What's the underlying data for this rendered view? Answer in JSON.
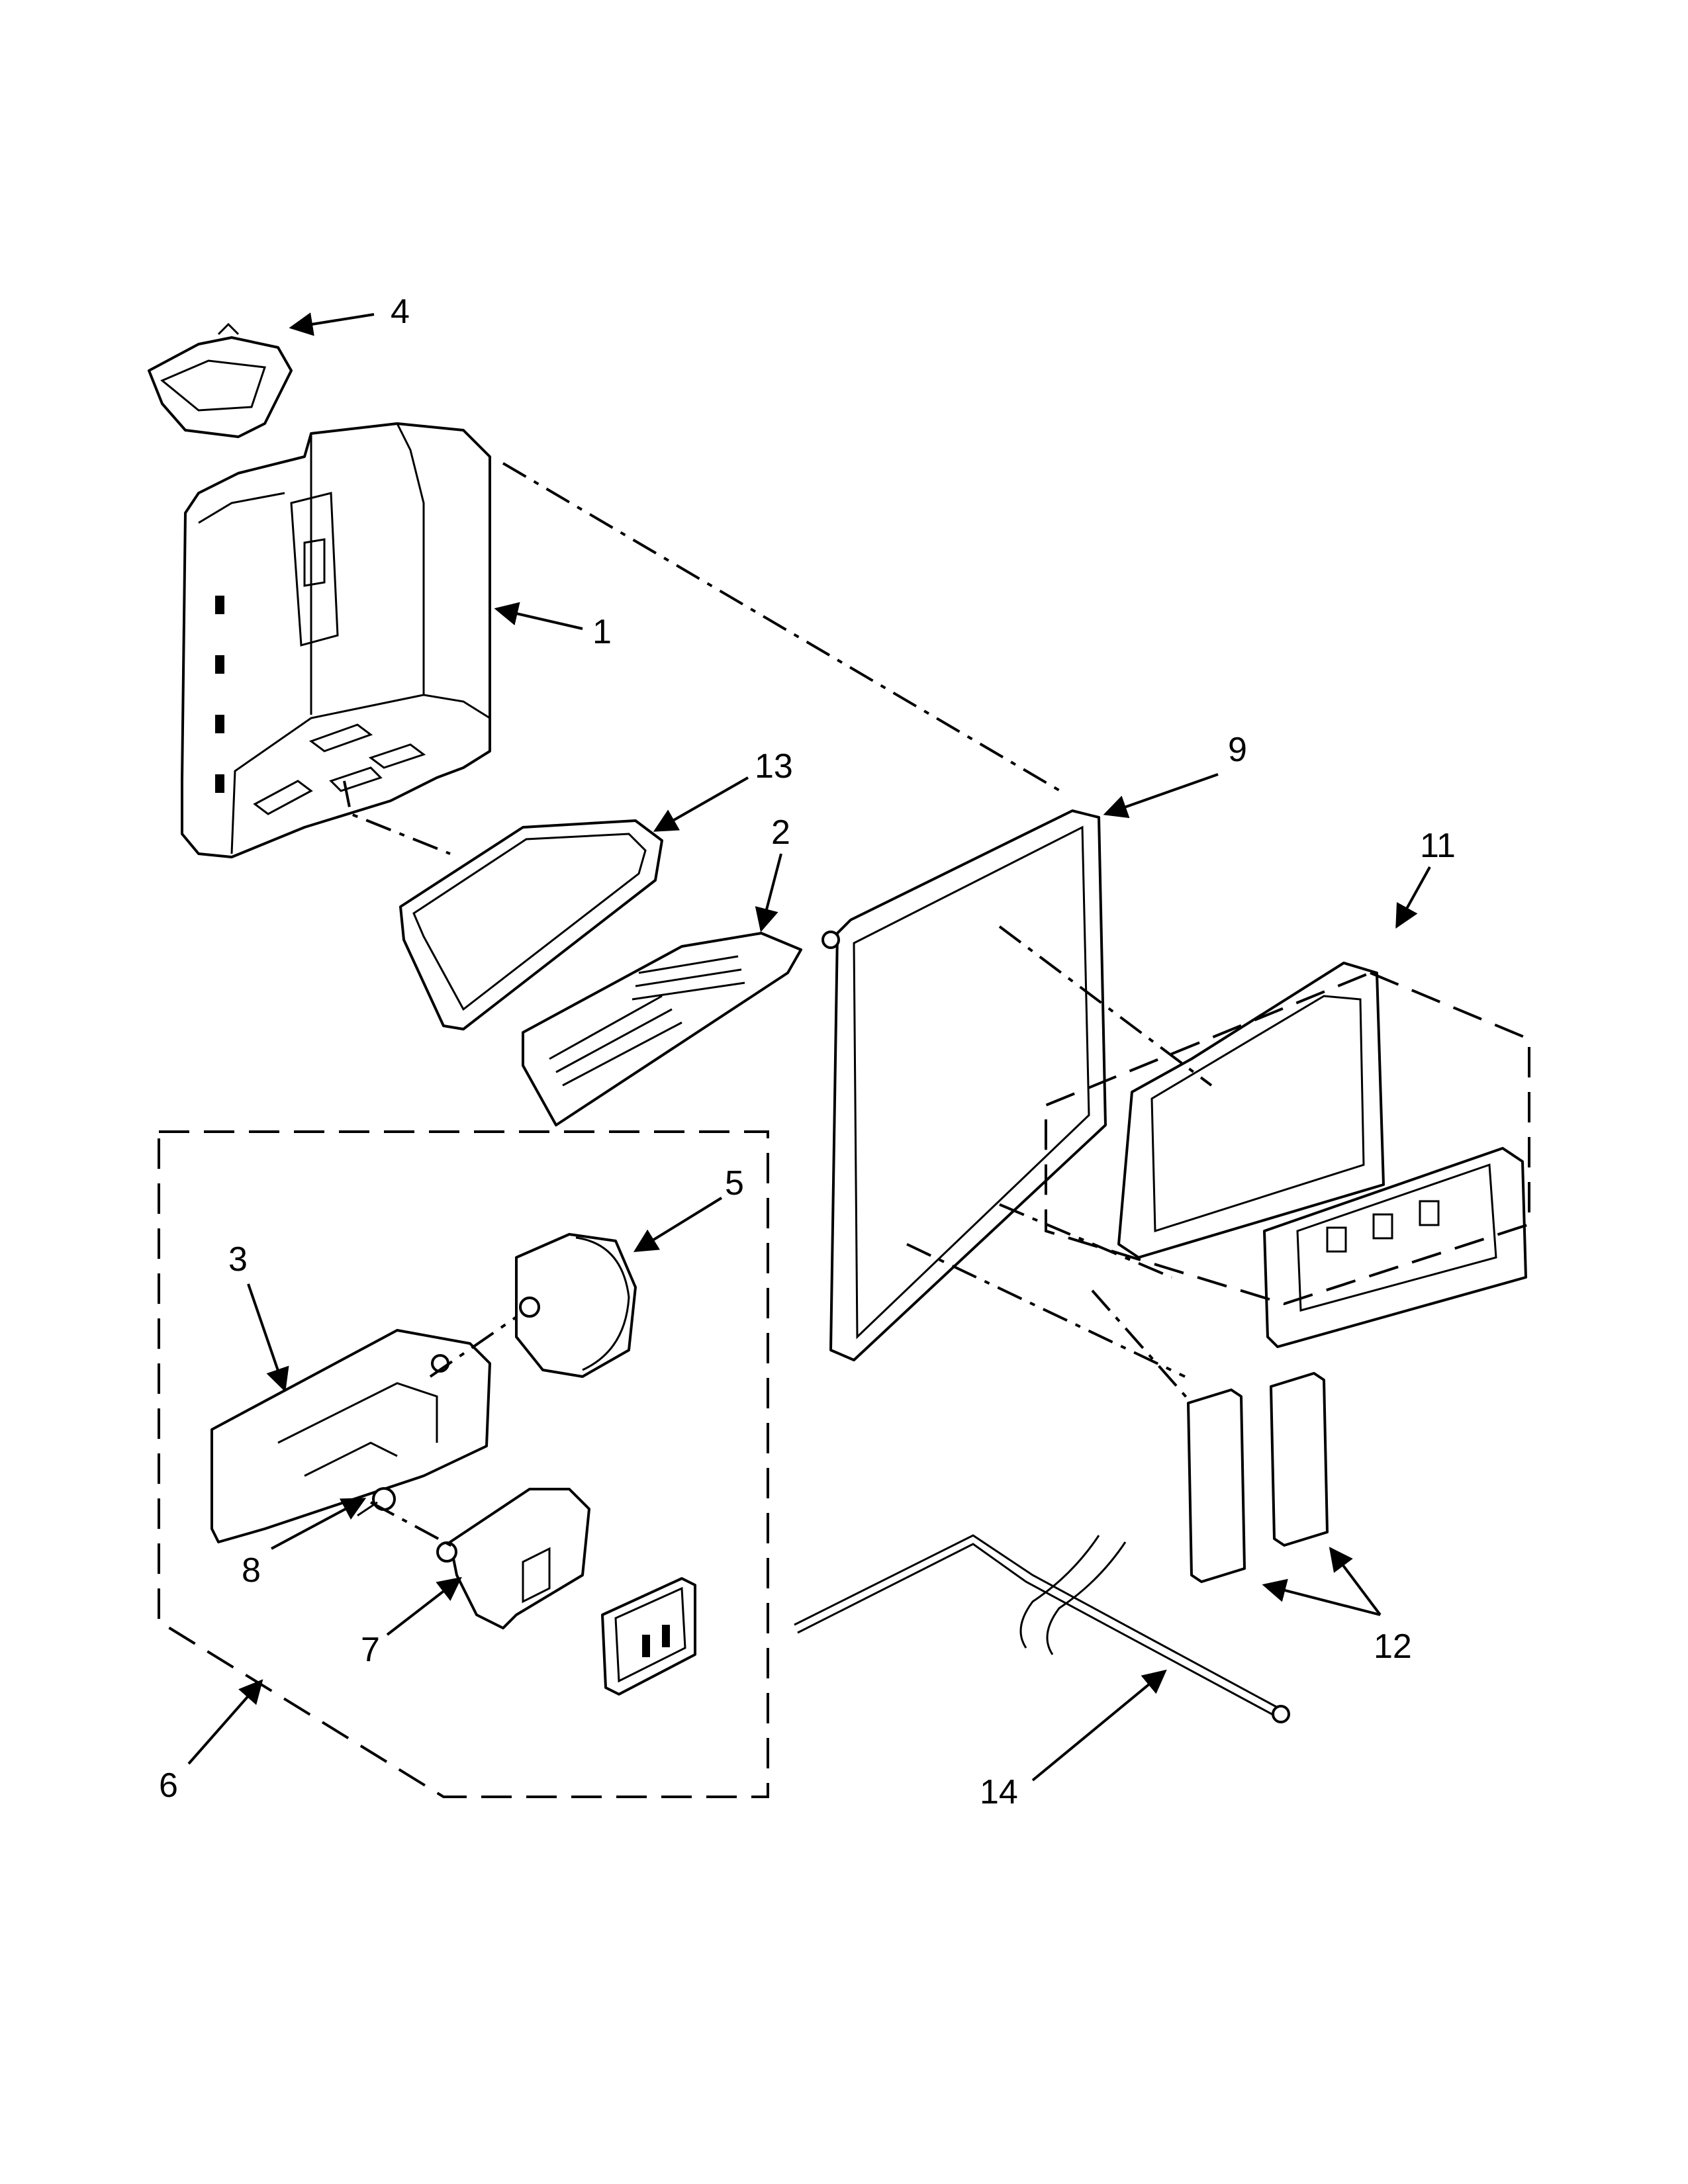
{
  "callouts": {
    "c1": "1",
    "c2": "2",
    "c3": "3",
    "c4": "4",
    "c5": "5",
    "c6": "6",
    "c7": "7",
    "c8": "8",
    "c9": "9",
    "c11": "11",
    "c12": "12",
    "c13": "13",
    "c14": "14"
  },
  "colors": {
    "ink": "#000000",
    "paper": "#ffffff"
  }
}
